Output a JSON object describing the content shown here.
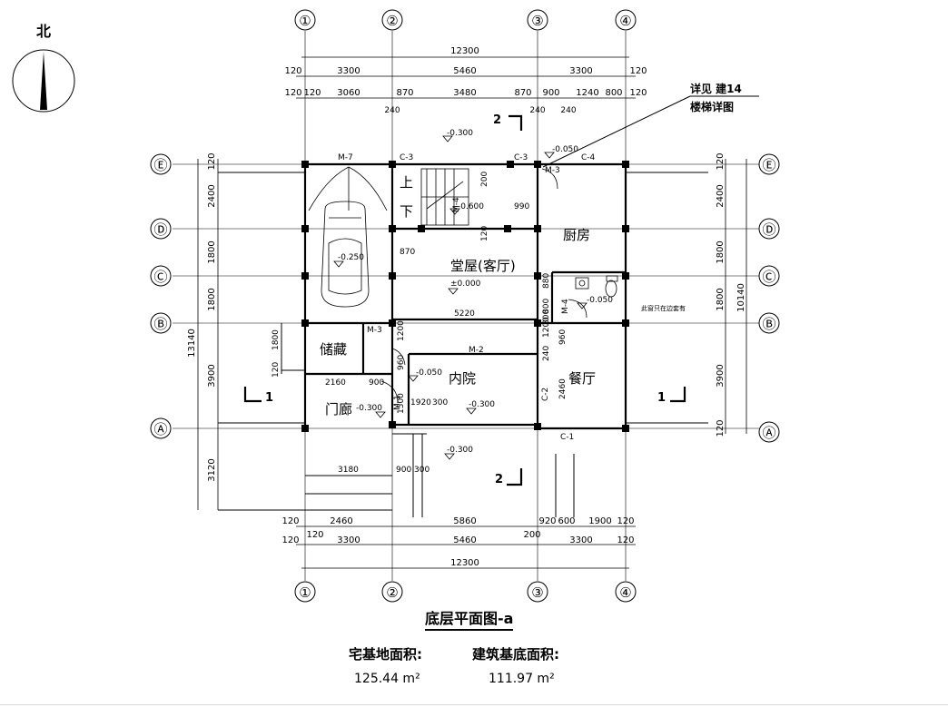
{
  "north": {
    "label": "北"
  },
  "axes": {
    "columns": [
      "①",
      "②",
      "③",
      "④"
    ],
    "rows": [
      "Ⓔ",
      "Ⓓ",
      "Ⓒ",
      "Ⓑ",
      "Ⓐ"
    ]
  },
  "dims_top": {
    "overall": "12300",
    "row2": [
      "120",
      "3300",
      "5460",
      "3300",
      "120"
    ],
    "row3": [
      "120",
      "120",
      "3060",
      "870",
      "3480",
      "870",
      "900",
      "1240",
      "800",
      "120"
    ],
    "sub": [
      "240",
      "240",
      "240"
    ]
  },
  "dims_bottom": {
    "overall": "12300",
    "row2": [
      "120",
      "120",
      "3300",
      "5460",
      "3300",
      "120"
    ],
    "row3": [
      "120",
      "2460",
      "5860",
      "200",
      "920",
      "600",
      "1900",
      "120"
    ]
  },
  "dims_left": {
    "overall": "13140",
    "segs": [
      "120",
      "2400",
      "1800",
      "1800",
      "3900",
      "3120"
    ]
  },
  "dims_right": {
    "overall": "10140",
    "segs": [
      "120",
      "2400",
      "1800",
      "1800",
      "3900",
      "120"
    ]
  },
  "inner_dims": {
    "d200": "200",
    "d990": "990",
    "d870": "870",
    "d120": "120",
    "d5220": "5220",
    "d880": "880",
    "d800": "800",
    "d1800": "1800",
    "d1200": "1200",
    "d960a": "960",
    "d1200b": "1200",
    "d960b": "960",
    "d240": "240",
    "d2160": "2160",
    "d900": "900",
    "d1500": "1500",
    "d1920": "1920",
    "d300": "300",
    "d2460": "2460",
    "d3180": "3180",
    "d900b": "900",
    "d300b": "300",
    "d120b": "120",
    "d800b": "800"
  },
  "rooms": {
    "kitchen": "厨房",
    "hall": "堂屋(客厅)",
    "storage": "储藏",
    "courtyard": "内院",
    "dining": "餐厅",
    "porch": "门廊"
  },
  "levels": {
    "l1": "-0.300",
    "l2": "-0.050",
    "l3": "-0.600",
    "l4": "-0.250",
    "l5": "±0.000",
    "l6": "-0.050",
    "l7": "-0.050",
    "l8": "-0.300",
    "l9": "-0.300",
    "l10": "-0.300"
  },
  "openings": {
    "m7": "M-7",
    "c3a": "C-3",
    "c3b": "C-3",
    "m3a": "M-3",
    "c4": "C-4",
    "m4a": "M-4",
    "m4b": "M-4",
    "m3b": "M-3",
    "m2": "M-2",
    "c2": "C-2",
    "c1": "C-1",
    "m1": "M-1"
  },
  "stairs": {
    "up": "上",
    "down": "下"
  },
  "notes": {
    "stair_ref1": "详见 建14",
    "stair_ref2": "楼梯详图",
    "window_note": "此窗只在边套有"
  },
  "sections": {
    "s2": "2",
    "s1": "1"
  },
  "footer": {
    "title": "底层平面图-a",
    "site_area_label": "宅基地面积:",
    "site_area_value": "125.44 m²",
    "building_area_label": "建筑基底面积:",
    "building_area_value": "111.97 m²"
  }
}
